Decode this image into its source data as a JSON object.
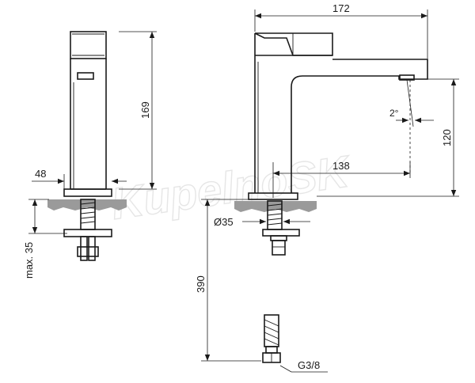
{
  "watermark": "KupelnoSK",
  "dimensions": {
    "width_172": "172",
    "height_169": "169",
    "base_48": "48",
    "max_35": "max. 35",
    "angle": "2°",
    "height_120": "120",
    "reach_138": "138",
    "diameter": "Ø35",
    "hose_390": "390",
    "thread": "G3/8"
  }
}
